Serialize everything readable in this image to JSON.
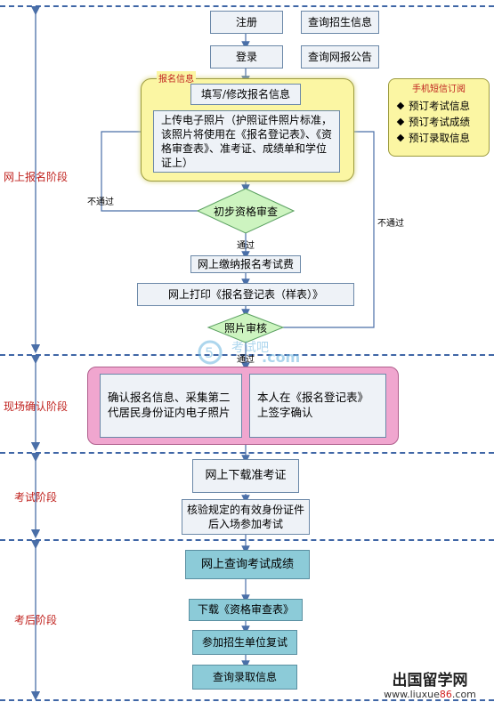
{
  "stages": {
    "online": "网上报名阶段",
    "onsite": "现场确认阶段",
    "exam": "考试阶段",
    "after": "考后阶段"
  },
  "top_buttons": {
    "register": "注册",
    "query_info": "查询招生信息",
    "login": "登录",
    "query_notice": "查询网报公告"
  },
  "sign_up_group": {
    "title": "报名信息",
    "fill": "填写/修改报名信息",
    "upload": "上传电子照片（护照证件照片标准，该照片将使用在《报名登记表》、《资格审查表》、准考证、成绩单和学位证上）"
  },
  "sms": {
    "title": "手机短信订阅",
    "items": [
      "预订考试信息",
      "预订考试成绩",
      "预订录取信息"
    ]
  },
  "checks": {
    "initial_review": "初步资格审查",
    "photo_review": "照片审核",
    "fail": "不通过",
    "fail_right": "不通过",
    "pass": "通过",
    "pass2": "通过"
  },
  "online_steps": {
    "pay": "网上缴纳报名考试费",
    "print": "网上打印《报名登记表（样表）》"
  },
  "onsite_group": {
    "left": "确认报名信息、采集第二代居民身份证内电子照片",
    "right": "本人在《报名登记表》上签字确认"
  },
  "exam_steps": {
    "download": "网上下载准考证",
    "verify": "核验规定的有效身份证件后入场参加考试"
  },
  "after_steps": {
    "score": "网上查询考试成绩",
    "download_review": "下载《资格审查表》",
    "retest": "参加招生单位复试",
    "admission": "查询录取信息"
  },
  "watermark": {
    "text": "考试吧",
    "sub": ".com"
  },
  "brand": {
    "name": "出国留学网",
    "url_prefix": "www.liuxue",
    "url_num": "86",
    "url_suffix": ".com"
  }
}
